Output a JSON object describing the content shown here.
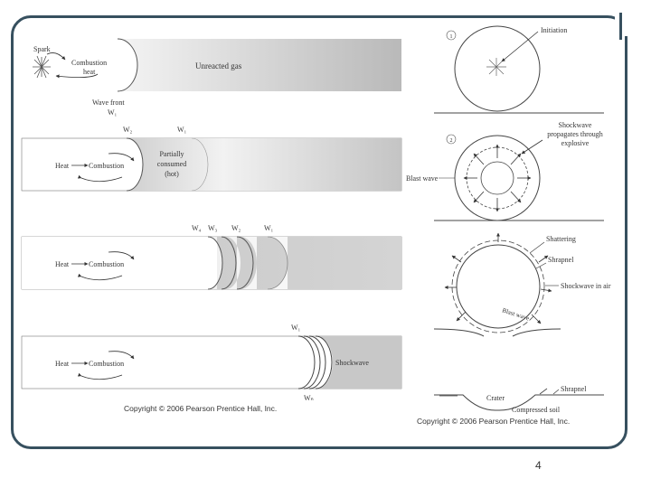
{
  "left_figure": {
    "panel1": {
      "spark": "Spark",
      "combustion_heat_line1": "Combustion",
      "combustion_heat_line2": "heat",
      "unreacted_gas": "Unreacted gas",
      "wave_front": "Wave front",
      "w1": "W₁"
    },
    "panel2": {
      "w2": "W₂",
      "w1": "W₁",
      "heat": "Heat",
      "combustion": "Combustion",
      "partially_line1": "Partially",
      "partially_line2": "consumed",
      "partially_line3": "(hot)"
    },
    "panel3": {
      "w4": "W₄",
      "w3": "W₃",
      "w2": "W₂",
      "w1": "W₁",
      "heat": "Heat",
      "combustion": "Combustion"
    },
    "panel4": {
      "w1": "W₁",
      "wn": "Wₙ",
      "heat": "Heat",
      "combustion": "Combustion",
      "shockwave": "Shockwave"
    },
    "copyright": "Copyright © 2006 Pearson Prentice Hall, Inc."
  },
  "right_figure": {
    "step1_num": "1",
    "initiation": "Initiation",
    "step2_num": "2",
    "shockwave_prop_line1": "Shockwave",
    "shockwave_prop_line2": "propagates through",
    "shockwave_prop_line3": "explosive",
    "blast_wave": "Blast wave",
    "shattering": "Shattering",
    "shrapnel": "Shrapnel",
    "shockwave_in_air": "Shockwave in air",
    "blast_wave_curved": "Blast wave",
    "shrapnel2": "Shrapnel",
    "crater": "Crater",
    "compressed_soil": "Compressed soil",
    "copyright": "Copyright © 2006 Pearson Prentice Hall, Inc."
  },
  "page_number": "4"
}
